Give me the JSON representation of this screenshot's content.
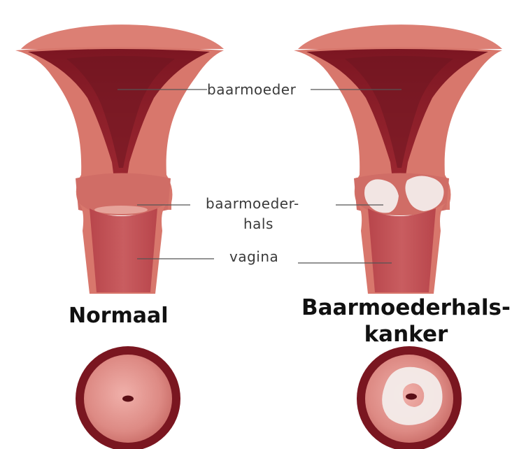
{
  "labels": {
    "uterus": "baarmoeder",
    "cervix_line1": "baarmoeder-",
    "cervix_line2": "hals",
    "vagina": "vagina"
  },
  "captions": {
    "normal": "Normaal",
    "cancer_line1": "Baarmoederhals-",
    "cancer_line2": "kanker"
  },
  "colors": {
    "tissue": "#d8776c",
    "tissue_light": "#e8928a",
    "cavity": "#8f1f2a",
    "cavity_dark": "#6d1520",
    "lesion": "#f3ecea",
    "os_ring": "#7a1620",
    "leader_line": "#555555"
  }
}
